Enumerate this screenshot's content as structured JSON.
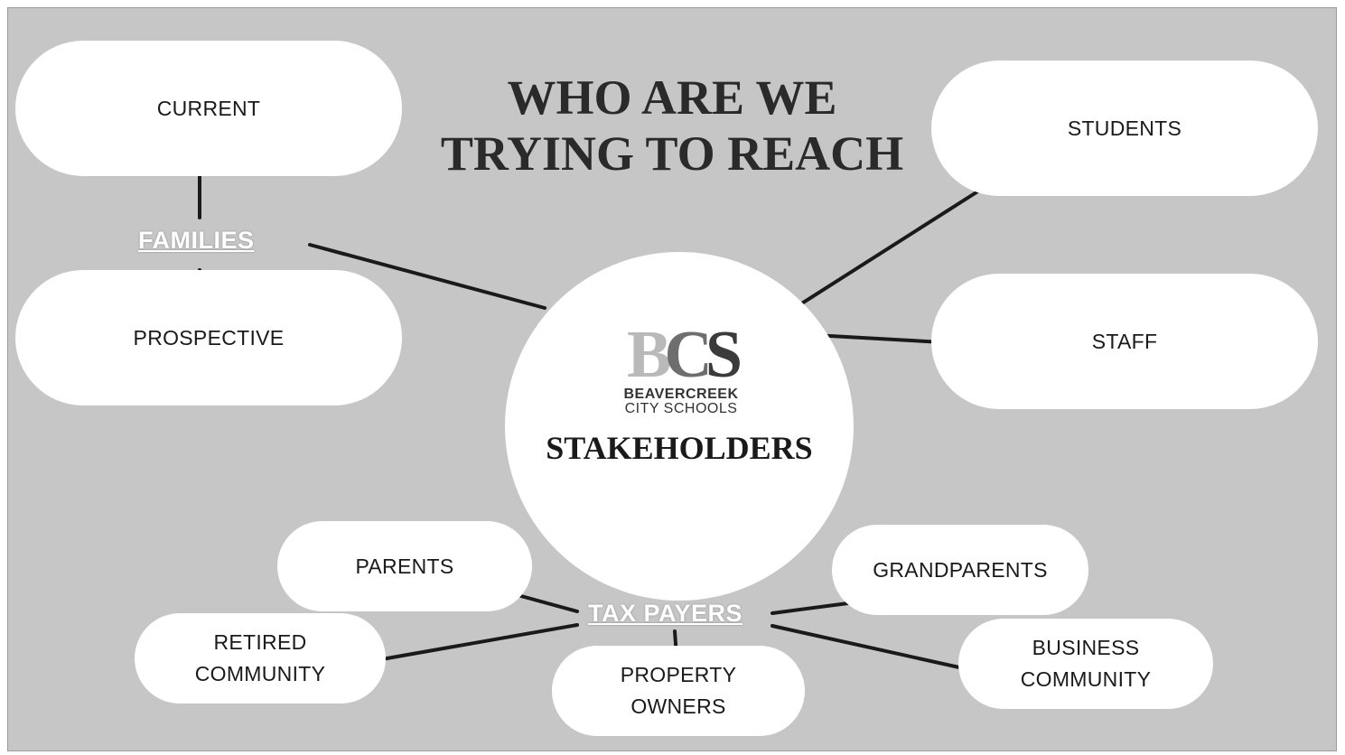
{
  "title": {
    "line1": "WHO ARE WE",
    "line2": "TRYING TO REACH"
  },
  "center": {
    "logo": {
      "letters": [
        "B",
        "C",
        "S"
      ],
      "line1": "BEAVERCREEK",
      "line2": "CITY SCHOOLS"
    },
    "label": "STAKEHOLDERS"
  },
  "groups": {
    "families": "FAMILIES",
    "taxpayers": "TAX PAYERS"
  },
  "nodes": {
    "current": "CURRENT",
    "prospective": "PROSPECTIVE",
    "students": "STUDENTS",
    "staff": "STAFF",
    "parents": "PARENTS",
    "grandparents": "GRANDPARENTS",
    "retired_community": [
      "RETIRED",
      "COMMUNITY"
    ],
    "business_community": [
      "BUSINESS",
      "COMMUNITY"
    ],
    "property_owners": [
      "PROPERTY",
      "OWNERS"
    ]
  },
  "colors": {
    "background": "#c6c6c6",
    "node": "#ffffff",
    "connector": "#1a1a1a",
    "group_label": "#ffffff"
  }
}
